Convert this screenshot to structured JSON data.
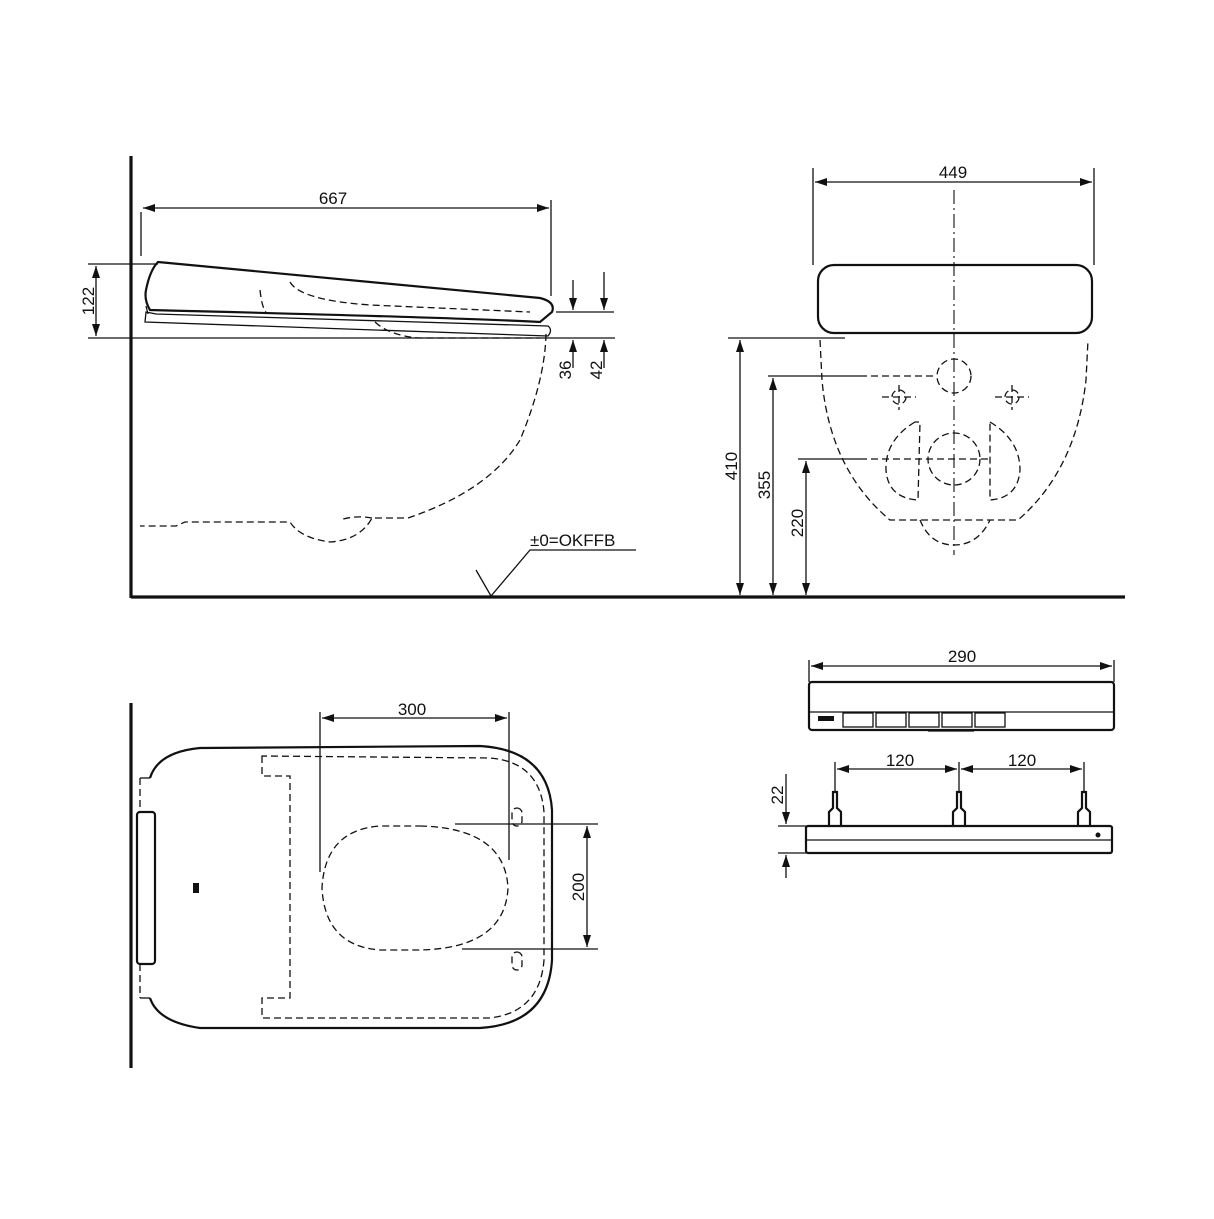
{
  "dimensions": {
    "side_length": "667",
    "side_seat_height": "122",
    "side_gap_a": "36",
    "side_gap_b": "42",
    "floor_reference": "±0=OKFFB",
    "front_width": "449",
    "front_height_410": "410",
    "front_height_355": "355",
    "front_height_220": "220",
    "top_length": "300",
    "top_width": "200",
    "remote_width": "290",
    "bracket_spacing_left": "120",
    "bracket_spacing_right": "120",
    "bracket_height": "22"
  }
}
